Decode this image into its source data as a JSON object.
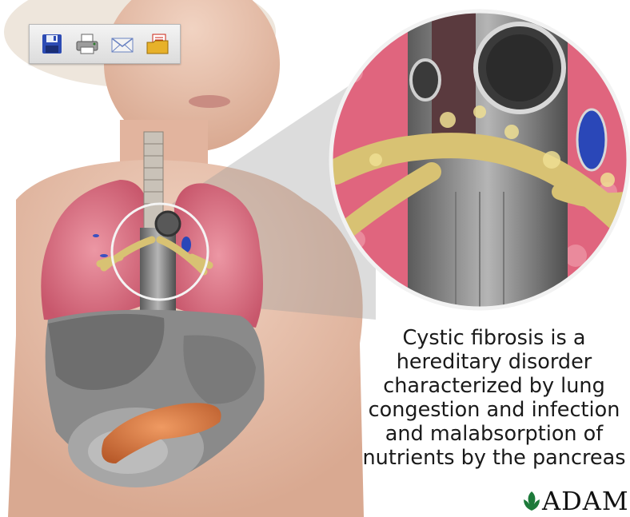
{
  "toolbar": {
    "buttons": [
      {
        "name": "save",
        "icon": "floppy-disk-icon"
      },
      {
        "name": "print",
        "icon": "printer-icon"
      },
      {
        "name": "email",
        "icon": "envelope-icon"
      },
      {
        "name": "export",
        "icon": "folder-export-icon"
      }
    ]
  },
  "caption": {
    "lines": [
      "Cystic fibrosis is a",
      "hereditary disorder",
      "characterized by lung",
      "congestion and infection",
      "and malabsorption of",
      "nutrients by the pancreas"
    ]
  },
  "logo": {
    "text": "ADAM",
    "leaf_color": "#1d7a3a"
  },
  "colors": {
    "lung_pink": "#e07a8c",
    "airway_yellow": "#d8c273",
    "skin": "#e9c2ae",
    "pancreas_orange": "#d8804c",
    "vessel_blue": "#2a47b8"
  }
}
